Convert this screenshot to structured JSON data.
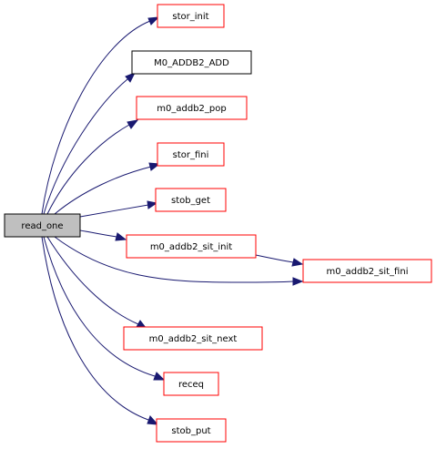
{
  "colors": {
    "edge": "#191970",
    "link_border": "#ff0000",
    "plain_border": "#000000",
    "root_fill": "#bfbfbf",
    "background": "#ffffff"
  },
  "root": {
    "label": "read_one"
  },
  "nodes": {
    "stor_init": {
      "label": "stor_init",
      "border": "red"
    },
    "m0_addb2_add": {
      "label": "M0_ADDB2_ADD",
      "border": "black"
    },
    "m0_addb2_pop": {
      "label": "m0_addb2_pop",
      "border": "red"
    },
    "stor_fini": {
      "label": "stor_fini",
      "border": "red"
    },
    "stob_get": {
      "label": "stob_get",
      "border": "red"
    },
    "m0_addb2_sit_init": {
      "label": "m0_addb2_sit_init",
      "border": "red"
    },
    "m0_addb2_sit_fini": {
      "label": "m0_addb2_sit_fini",
      "border": "red"
    },
    "m0_addb2_sit_next": {
      "label": "m0_addb2_sit_next",
      "border": "red"
    },
    "receq": {
      "label": "receq",
      "border": "red"
    },
    "stob_put": {
      "label": "stob_put",
      "border": "red"
    }
  },
  "edges": [
    {
      "from": "root",
      "to": "stor_init"
    },
    {
      "from": "root",
      "to": "m0_addb2_add"
    },
    {
      "from": "root",
      "to": "m0_addb2_pop"
    },
    {
      "from": "root",
      "to": "stor_fini"
    },
    {
      "from": "root",
      "to": "stob_get"
    },
    {
      "from": "root",
      "to": "m0_addb2_sit_init"
    },
    {
      "from": "root",
      "to": "m0_addb2_sit_fini"
    },
    {
      "from": "m0_addb2_sit_init",
      "to": "m0_addb2_sit_fini"
    },
    {
      "from": "root",
      "to": "m0_addb2_sit_next"
    },
    {
      "from": "root",
      "to": "receq"
    },
    {
      "from": "root",
      "to": "stob_put"
    }
  ]
}
